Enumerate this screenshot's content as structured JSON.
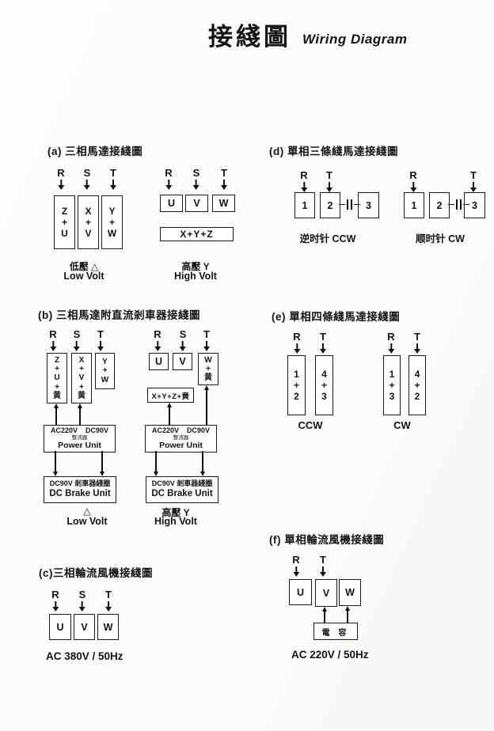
{
  "title": {
    "zh": "接綫圖",
    "en": "Wiring Diagram"
  },
  "section_a": {
    "heading": "(a) 三相馬達接綫圖",
    "low": {
      "terminals": [
        "R",
        "S",
        "T"
      ],
      "coil_boxes": [
        "Z\n+\nU",
        "X\n+\nV",
        "Y\n+\nW"
      ],
      "caption_zh": "低壓 △",
      "caption_en": "Low Volt"
    },
    "high": {
      "terminals": [
        "R",
        "S",
        "T"
      ],
      "lead_boxes": [
        "U",
        "V",
        "W"
      ],
      "common_box": "X+Y+Z",
      "caption_zh": "高壓 Y",
      "caption_en": "High Volt"
    }
  },
  "section_b": {
    "heading": "(b) 三相馬達附直流剎車器接綫圖",
    "low": {
      "terminals": [
        "R",
        "S",
        "T"
      ],
      "coil_boxes": [
        "Z\n+\nU\n+\n黄",
        "X\n+\nV\n+\n黄",
        "Y\n+\nW"
      ],
      "power_line1": "AC220V    DC90V",
      "power_line2": "整流器",
      "power_line3": "Power Unit",
      "brake_line1": "DC90V 剎車器綫圈",
      "brake_line2": "DC Brake Unit",
      "caption_symbol": "△",
      "caption_en": "Low Volt"
    },
    "high": {
      "terminals": [
        "R",
        "S",
        "T"
      ],
      "lead_boxes": [
        "U",
        "V"
      ],
      "w_box": "W\n+\n黄",
      "common_box": "X+Y+Z+黄",
      "power_line1": "AC220V    DC90V",
      "power_line2": "整流器",
      "power_line3": "Power Unit",
      "brake_line1": "DC90V 剎車器綫圈",
      "brake_line2": "DC Brake Unit",
      "caption_zh": "高壓 Y",
      "caption_en": "High Volt"
    }
  },
  "section_c": {
    "heading": "(c)三相輪流風機接綫圖",
    "terminals": [
      "R",
      "S",
      "T"
    ],
    "boxes": [
      "U",
      "V",
      "W"
    ],
    "caption": "AC  380V / 50Hz"
  },
  "section_d": {
    "heading": "(d) 單相三條綫馬達接綫圖",
    "ccw": {
      "terminals": [
        "R",
        "T"
      ],
      "boxes": [
        "1",
        "2",
        "3"
      ],
      "caption": "逆时针 CCW"
    },
    "cw": {
      "terminals": [
        "R",
        "T"
      ],
      "boxes": [
        "1",
        "2",
        "3"
      ],
      "caption": "顺时针 CW"
    }
  },
  "section_e": {
    "heading": "(e) 單相四條綫馬達接綫圖",
    "ccw": {
      "terminals": [
        "R",
        "T"
      ],
      "boxes": [
        "1\n+\n2",
        "4\n+\n3"
      ],
      "caption": "CCW"
    },
    "cw": {
      "terminals": [
        "R",
        "T"
      ],
      "boxes": [
        "1\n+\n3",
        "4\n+\n2"
      ],
      "caption": "CW"
    }
  },
  "section_f": {
    "heading": "(f) 單相輪流風機接綫圖",
    "terminals": [
      "R",
      "T"
    ],
    "boxes": [
      "U",
      "V",
      "W"
    ],
    "capacitor_box": "電 容",
    "caption": "AC 220V / 50Hz"
  }
}
